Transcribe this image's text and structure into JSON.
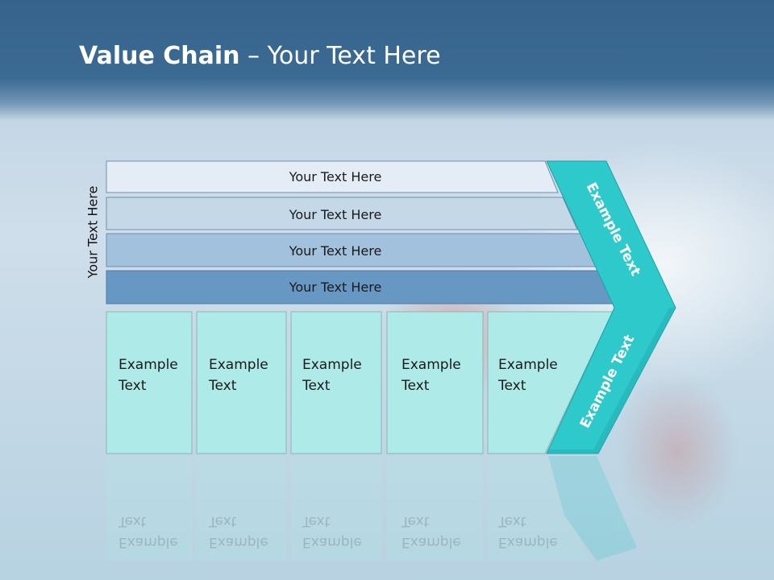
{
  "slide": {
    "title_bold": "Value Chain",
    "title_rest": " – Your Text Here",
    "side_label": "Your Text Here"
  },
  "rows": [
    "Your Text Here",
    "Your Text Here",
    "Your Text Here",
    "Your Text Here"
  ],
  "boxes": [
    {
      "line1": "Example",
      "line2": "Text"
    },
    {
      "line1": "Example",
      "line2": "Text"
    },
    {
      "line1": "Example",
      "line2": "Text"
    },
    {
      "line1": "Example",
      "line2": "Text"
    },
    {
      "line1": "Example",
      "line2": "Text"
    }
  ],
  "arrow": {
    "upper_text": "Example Text",
    "lower_text": "Example Text"
  },
  "colors": {
    "header": "#3b6a93",
    "row1": "#e4edf6",
    "row2": "#c5d8e8",
    "row3": "#a2c1dc",
    "row4": "#6798c3",
    "box": "#aeeae8",
    "arrow": "#2ec9cb"
  }
}
